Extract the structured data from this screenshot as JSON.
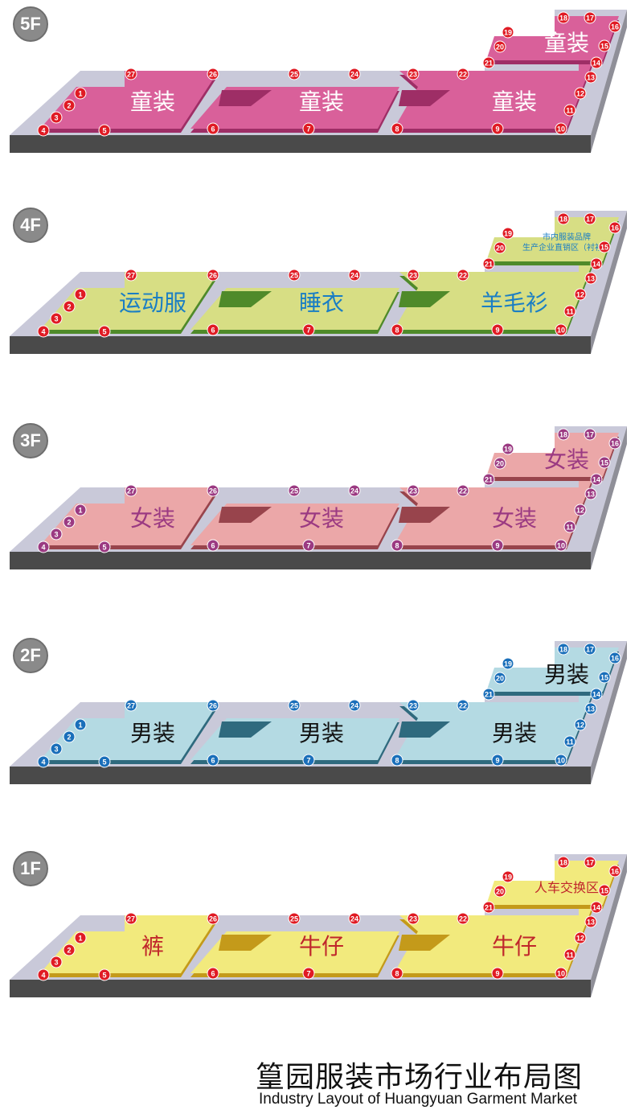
{
  "title_cn": "篁园服装市场行业布局图",
  "title_en": "Industry Layout of Huangyuan Garment Market",
  "floors": [
    {
      "label": "5F",
      "theme": {
        "fill": "#d9609a",
        "shade": "#9e2e66",
        "marker": "#e01b24",
        "text": "#ffffff"
      },
      "zones": [
        {
          "text": "童装",
          "text2": ""
        },
        {
          "text": "童装",
          "text2": ""
        },
        {
          "text": "童装",
          "text2": ""
        },
        {
          "text": "童装",
          "text2": ""
        }
      ]
    },
    {
      "label": "4F",
      "theme": {
        "fill": "#d7de84",
        "shade": "#4f8a2a",
        "marker": "#e01b24",
        "text": "#1a7ec4"
      },
      "zones": [
        {
          "text": "运动服",
          "text2": ""
        },
        {
          "text": "睡衣",
          "text2": ""
        },
        {
          "text": "羊毛衫",
          "text2": ""
        },
        {
          "text": "市内服装品牌",
          "text2": "生产企业直销区（衬衫）"
        }
      ]
    },
    {
      "label": "3F",
      "theme": {
        "fill": "#eba7a8",
        "shade": "#98444c",
        "marker": "#9b3a82",
        "text": "#9b3a82"
      },
      "zones": [
        {
          "text": "女装",
          "text2": ""
        },
        {
          "text": "女装",
          "text2": ""
        },
        {
          "text": "女装",
          "text2": ""
        },
        {
          "text": "女装",
          "text2": ""
        }
      ]
    },
    {
      "label": "2F",
      "theme": {
        "fill": "#b4dae3",
        "shade": "#2f6a7e",
        "marker": "#1a6fba",
        "text": "#111111"
      },
      "zones": [
        {
          "text": "男装",
          "text2": ""
        },
        {
          "text": "男装",
          "text2": ""
        },
        {
          "text": "男装",
          "text2": ""
        },
        {
          "text": "男装",
          "text2": ""
        }
      ]
    },
    {
      "label": "1F",
      "theme": {
        "fill": "#f2ea7d",
        "shade": "#c49a1a",
        "marker": "#e01b24",
        "text": "#c0262b"
      },
      "zones": [
        {
          "text": "裤",
          "text2": ""
        },
        {
          "text": "牛仔",
          "text2": ""
        },
        {
          "text": "牛仔",
          "text2": ""
        },
        {
          "text": "人车交换区",
          "text2": ""
        }
      ]
    }
  ],
  "markers": [
    "1",
    "2",
    "3",
    "4",
    "5",
    "6",
    "7",
    "8",
    "9",
    "10",
    "11",
    "12",
    "13",
    "14",
    "15",
    "16",
    "17",
    "18",
    "19",
    "20",
    "21",
    "22",
    "23",
    "24",
    "25",
    "26",
    "27"
  ],
  "colors": {
    "base_top": "#c9c9d9",
    "base_side": "#8f8f98",
    "base_front": "#4a4a4a"
  }
}
